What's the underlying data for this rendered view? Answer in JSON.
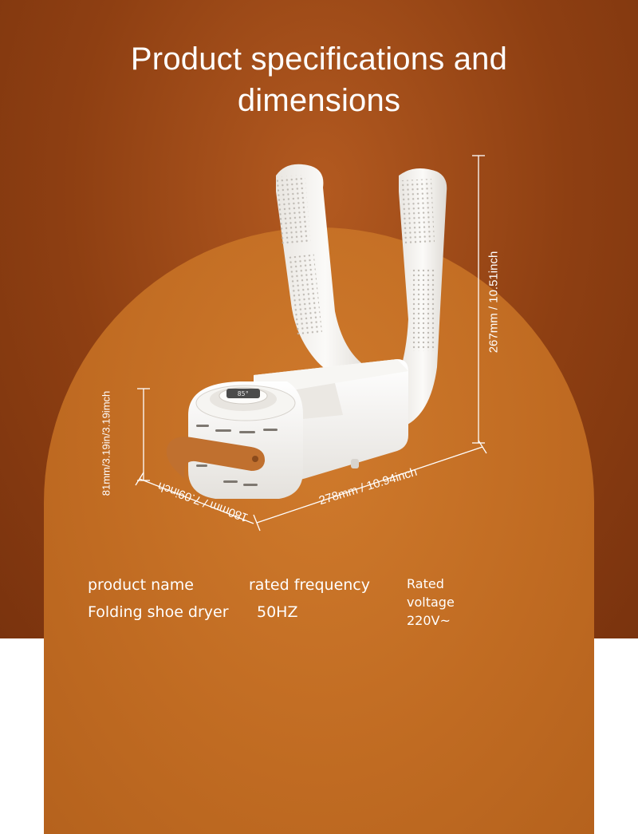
{
  "title_line1": "Product specifications and",
  "title_line2": "dimensions",
  "dimensions": {
    "height": "267mm / 10.51inch",
    "length": "278mm / 10.94inch",
    "width": "180mm / 7.09inch",
    "depth": "81mm/3.19in/3.19imch"
  },
  "specs": {
    "name_header": "product name",
    "name_value": "Folding shoe dryer",
    "freq_header": "rated frequency",
    "freq_value": "50HZ",
    "voltage_header_1": "Rated",
    "voltage_header_2": "voltage",
    "voltage_value": "220V~"
  },
  "display_icon": "digital-display-icon",
  "colors": {
    "background": "#8e3f12",
    "arch": "#c06b22",
    "product": "#f3f1ee",
    "strap": "#c0702f"
  }
}
